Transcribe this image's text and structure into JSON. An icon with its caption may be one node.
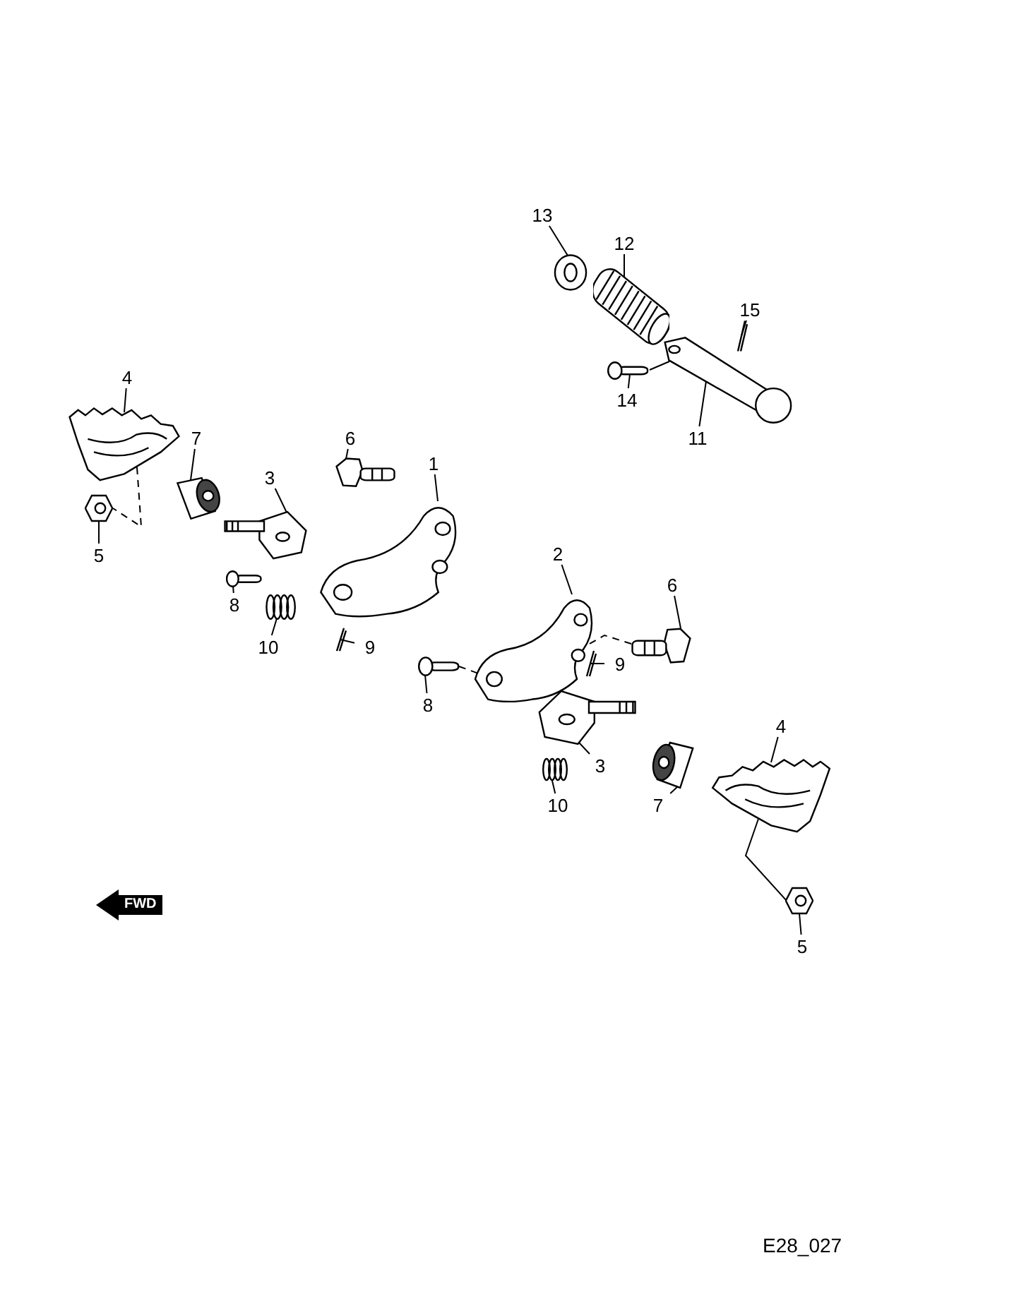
{
  "diagram": {
    "nodes": [
      {
        "text": [
          "13"
        ]
      },
      {
        "text": [
          "12"
        ]
      },
      {
        "text": [
          "15"
        ]
      },
      {
        "text": [
          "14"
        ]
      },
      {
        "text": [
          "11"
        ]
      },
      {
        "text": [
          "4"
        ]
      },
      {
        "text": [
          "7"
        ]
      },
      {
        "text": [
          "6"
        ]
      },
      {
        "text": [
          "3"
        ]
      },
      {
        "text": [
          "1"
        ]
      },
      {
        "text": [
          "5"
        ]
      },
      {
        "text": [
          "8"
        ]
      },
      {
        "text": [
          "9"
        ]
      },
      {
        "text": [
          "10"
        ]
      },
      {
        "text": [
          "2"
        ]
      },
      {
        "text": [
          "6"
        ]
      },
      {
        "text": [
          "9"
        ]
      },
      {
        "text": [
          "8"
        ]
      },
      {
        "text": [
          "3"
        ]
      },
      {
        "text": [
          "10"
        ]
      },
      {
        "text": [
          "7"
        ]
      },
      {
        "text": [
          "4"
        ]
      },
      {
        "text": [
          "5"
        ]
      },
      {
        "text": [],
        "shape": "picture"
      },
      {
        "text": [],
        "shape": "picture"
      },
      {
        "text": [],
        "shape": "picture"
      },
      {
        "text": [],
        "shape": "picture"
      },
      {
        "text": [],
        "shape": "picture"
      },
      {
        "text": [],
        "shape": "picture"
      },
      {
        "text": [],
        "shape": "picture"
      },
      {
        "text": [],
        "shape": "picture"
      },
      {
        "text": [],
        "shape": "picture"
      },
      {
        "text": [],
        "shape": "picture"
      },
      {
        "text": [],
        "shape": "picture"
      },
      {
        "text": [],
        "shape": "picture"
      },
      {
        "text": [],
        "shape": "picture"
      },
      {
        "text": [],
        "shape": "picture"
      },
      {
        "text": [],
        "shape": "picture"
      },
      {
        "text": [],
        "shape": "picture"
      },
      {
        "text": [],
        "shape": "picture"
      },
      {
        "text": [],
        "shape": "picture"
      },
      {
        "text": [],
        "shape": "picture"
      },
      {
        "text": [],
        "shape": "picture"
      },
      {
        "text": [],
        "shape": "picture"
      },
      {
        "text": [],
        "shape": "picture"
      },
      {
        "text": [],
        "shape": "picture"
      }
    ],
    "edges": [
      {
        "from": 0,
        "to": 23,
        "arrow": "none"
      },
      {
        "from": 1,
        "to": 24,
        "arrow": "none"
      },
      {
        "from": 2,
        "to": 25,
        "arrow": "none"
      },
      {
        "from": 3,
        "to": 26,
        "arrow": "none"
      },
      {
        "from": 4,
        "to": 27,
        "arrow": "none"
      },
      {
        "from": 5,
        "to": 28,
        "arrow": "none"
      },
      {
        "from": 6,
        "to": 29,
        "arrow": "none"
      },
      {
        "from": 7,
        "to": 30,
        "arrow": "none"
      },
      {
        "from": 8,
        "to": 31,
        "arrow": "none"
      },
      {
        "from": 9,
        "to": 32,
        "arrow": "none"
      },
      {
        "from": 10,
        "to": 33,
        "arrow": "none"
      },
      {
        "from": 11,
        "to": 34,
        "arrow": "none"
      },
      {
        "from": 12,
        "to": 35,
        "arrow": "none"
      },
      {
        "from": 13,
        "to": 36,
        "arrow": "none"
      },
      {
        "from": 14,
        "to": 37,
        "arrow": "none"
      },
      {
        "from": 15,
        "to": 38,
        "arrow": "none"
      },
      {
        "from": 16,
        "to": 39,
        "arrow": "none"
      },
      {
        "from": 17,
        "to": 40,
        "arrow": "none"
      },
      {
        "from": 18,
        "to": 41,
        "arrow": "none"
      },
      {
        "from": 19,
        "to": 42,
        "arrow": "none"
      },
      {
        "from": 20,
        "to": 43,
        "arrow": "none"
      },
      {
        "from": 21,
        "to": 44,
        "arrow": "none"
      },
      {
        "from": 22,
        "to": 45,
        "arrow": "none"
      },
      {
        "from": 28,
        "to": 33,
        "arrow": "none",
        "style": "dashed"
      },
      {
        "from": 44,
        "to": 45,
        "arrow": "none"
      },
      {
        "from": 38,
        "to": 37,
        "arrow": "none",
        "style": "dashed"
      },
      {
        "from": 40,
        "to": 37,
        "arrow": "none",
        "style": "dashed"
      },
      {
        "from": 26,
        "to": 27,
        "arrow": "none"
      }
    ],
    "labels": [
      "FWD",
      "E28_027"
    ]
  }
}
